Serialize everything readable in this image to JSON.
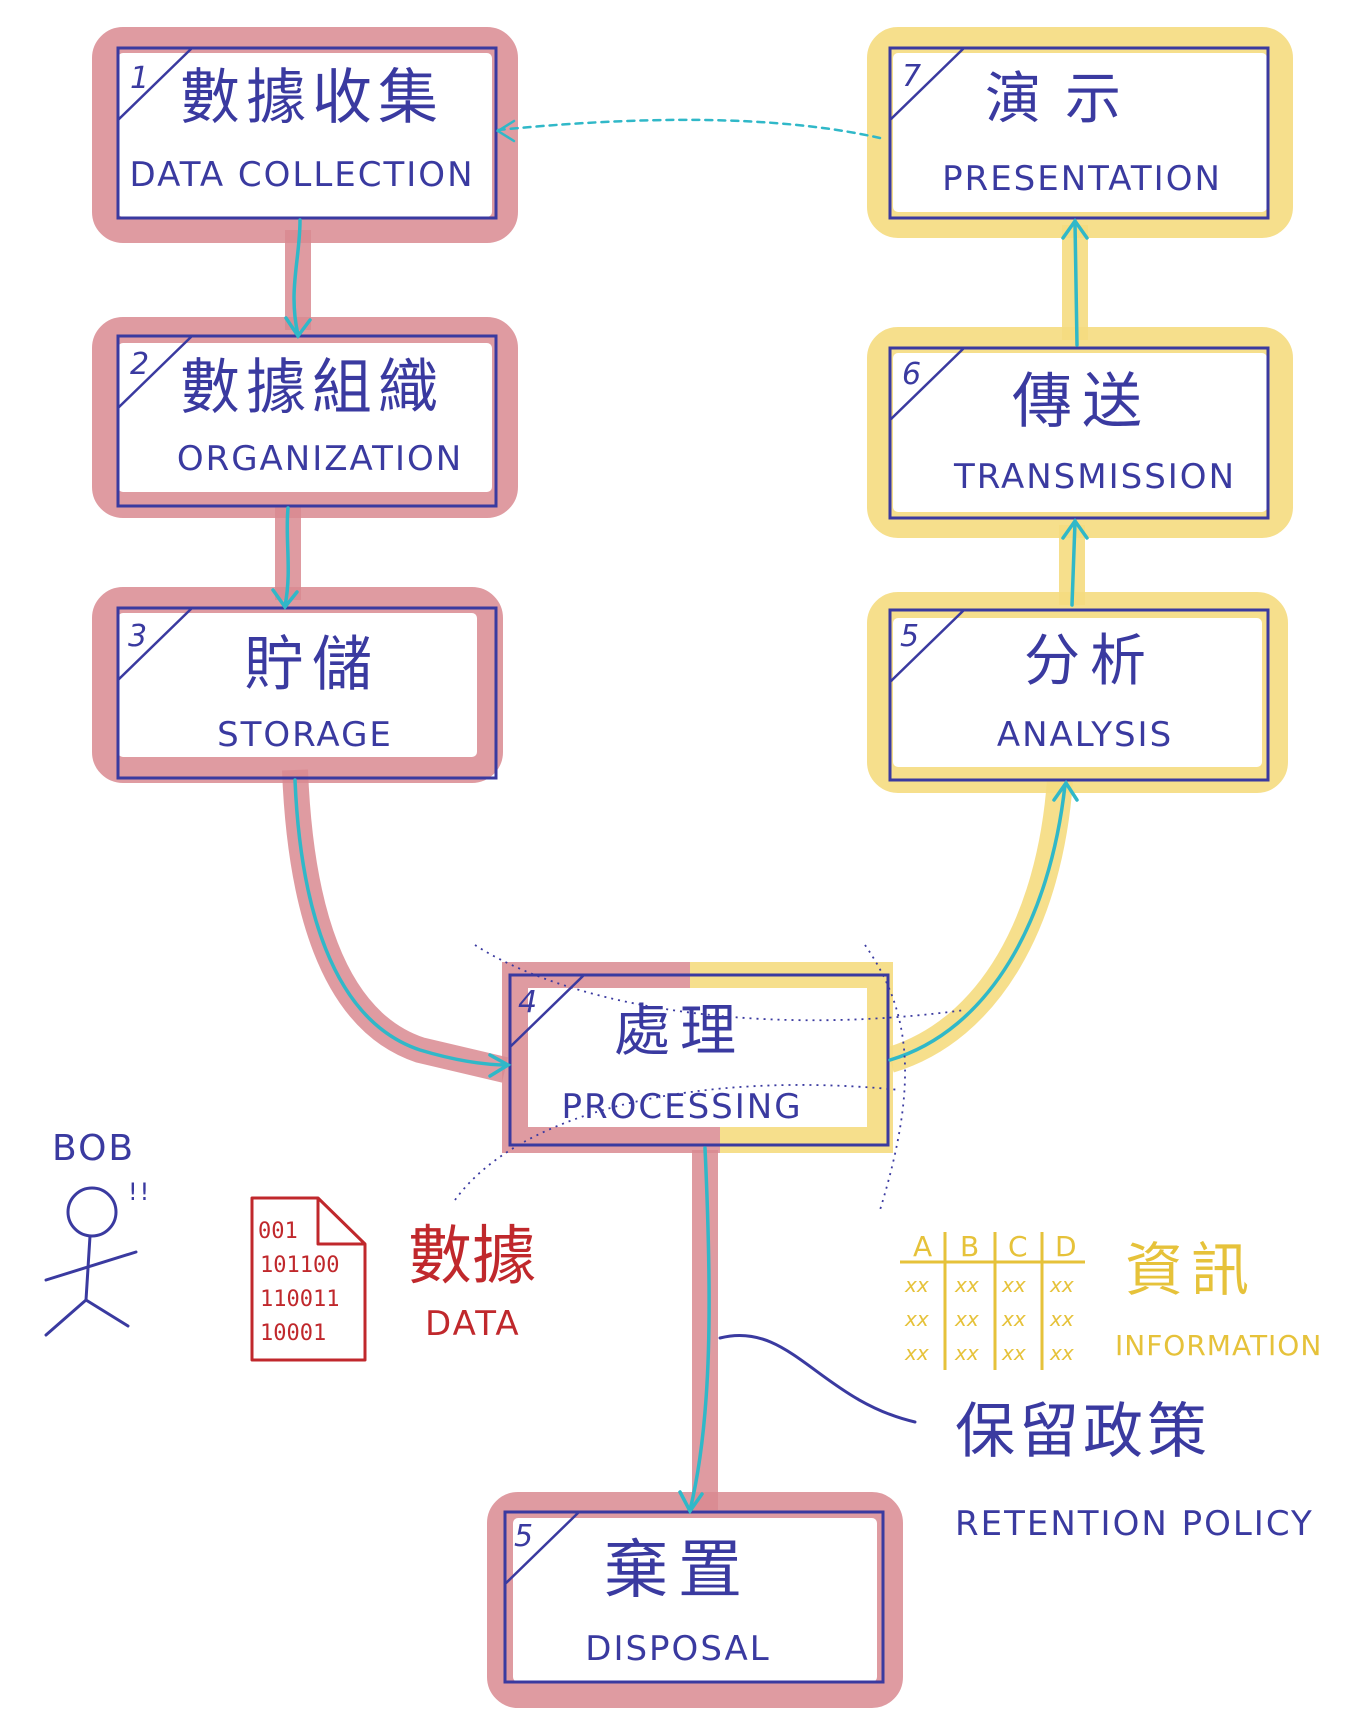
{
  "colors": {
    "ink": "#3a3aa0",
    "data_highlight": "#d98a90",
    "information_highlight": "#f5dc80",
    "arrow": "#30b8c8",
    "data_red": "#c0282c",
    "information_yellow": "#e6c23a"
  },
  "steps": [
    {
      "number": "1",
      "title_cn": "數據收集",
      "title_en": "DATA COLLECTION"
    },
    {
      "number": "2",
      "title_cn": "數據組織",
      "title_en": "ORGANIZATION"
    },
    {
      "number": "3",
      "title_cn": "貯儲",
      "title_en": "STORAGE"
    },
    {
      "number": "4",
      "title_cn": "處理",
      "title_en": "PROCESSING"
    },
    {
      "number": "5",
      "title_cn": "分析",
      "title_en": "ANALYSIS"
    },
    {
      "number": "6",
      "title_cn": "傳送",
      "title_en": "TRANSMISSION"
    },
    {
      "number": "7",
      "title_cn": "演示",
      "title_en": "PRESENTATION"
    },
    {
      "number": "5",
      "title_cn": "棄置",
      "title_en": "DISPOSAL"
    }
  ],
  "legend": {
    "person_name": "BOB",
    "person_exclaim": "!!",
    "data_cn": "數據",
    "data_en": "DATA",
    "data_doc_lines": [
      "001",
      "101100",
      "110011",
      "10001"
    ],
    "info_table_headers": [
      "A",
      "B",
      "C",
      "D"
    ],
    "info_table_cell": "xx",
    "information_cn": "資訊",
    "information_en": "INFORMATION"
  },
  "retention_policy": {
    "title_cn": "保留政策",
    "title_en": "RETENTION POLICY"
  }
}
